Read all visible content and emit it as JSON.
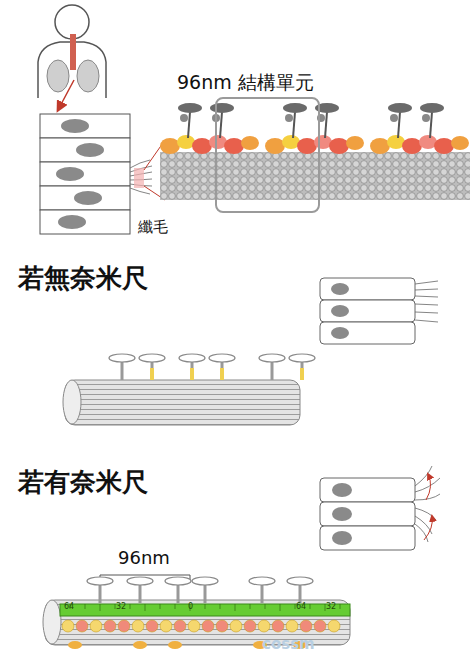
{
  "diagram": {
    "nodes": [
      {
        "text": [
          "96nm 結構單元"
        ]
      }
    ],
    "labels": [
      "纖毛",
      "若無奈米尺",
      "若有奈米尺",
      "96nm",
      "64",
      "32",
      "0",
      "64",
      "32",
      "cossm"
    ]
  }
}
